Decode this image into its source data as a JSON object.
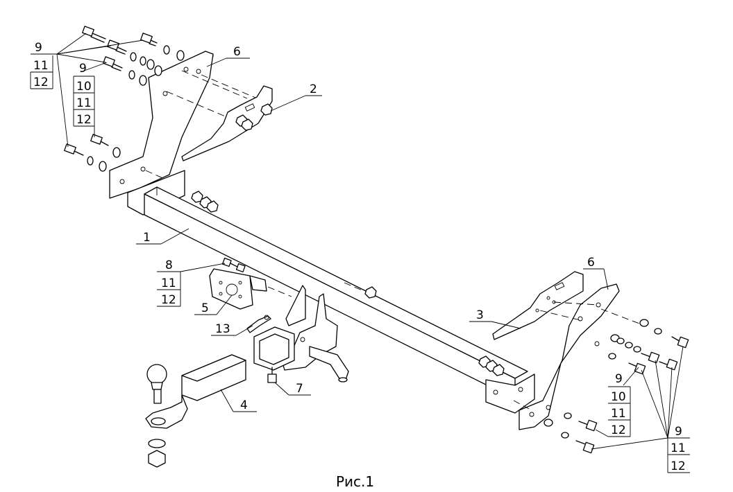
{
  "figure": {
    "caption": "Рис.1"
  },
  "callouts": {
    "frame_left_stack": [
      "9",
      "11",
      "12"
    ],
    "frame_left_inner_stack": [
      "9",
      "10",
      "11",
      "12"
    ],
    "bracket_left": "6",
    "plate_left": "2",
    "cross_beam": "1",
    "bolt_group_8": [
      "8",
      "11",
      "12"
    ],
    "socket_plate": "5",
    "pin_clip": "13",
    "ball_mount": "4",
    "bolt_7": "7",
    "plate_right": "3",
    "bracket_right": "6",
    "right_inner_stack": [
      "9",
      "10",
      "11",
      "12"
    ],
    "right_outer_stack": [
      "9",
      "11",
      "12"
    ]
  },
  "icons": {
    "bolt": "bolt-icon",
    "washer": "washer-icon",
    "nut": "nut-icon"
  }
}
